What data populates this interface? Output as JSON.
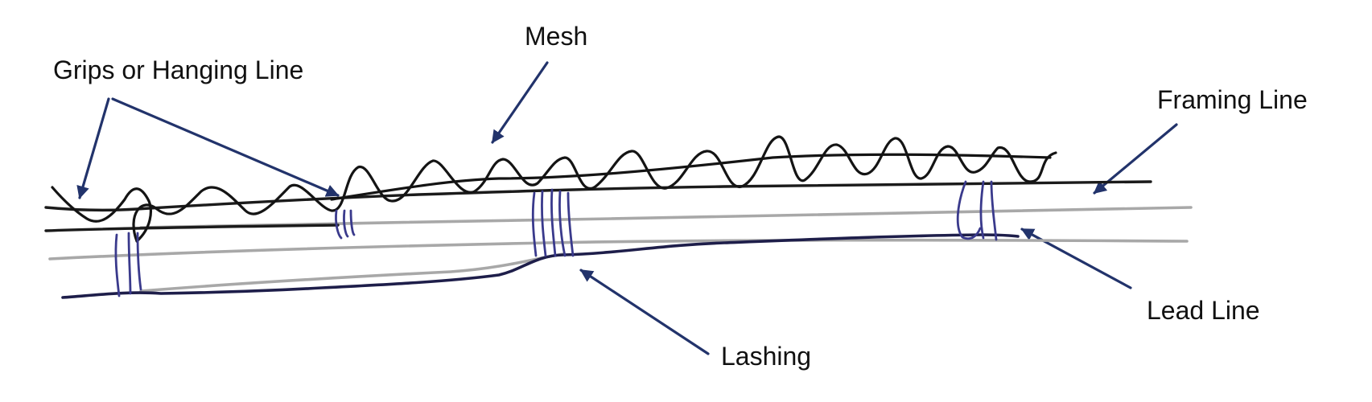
{
  "labels": {
    "grips": "Grips or Hanging Line",
    "mesh": "Mesh",
    "framing_line": "Framing Line",
    "lead_line": "Lead Line",
    "lashing": "Lashing"
  },
  "colors": {
    "ink": "#1b1b1b",
    "grey_line": "#a8a8a8",
    "lead_line": "#1e1e4a",
    "lashing": "#3a3a8c",
    "arrow": "#22336b"
  }
}
